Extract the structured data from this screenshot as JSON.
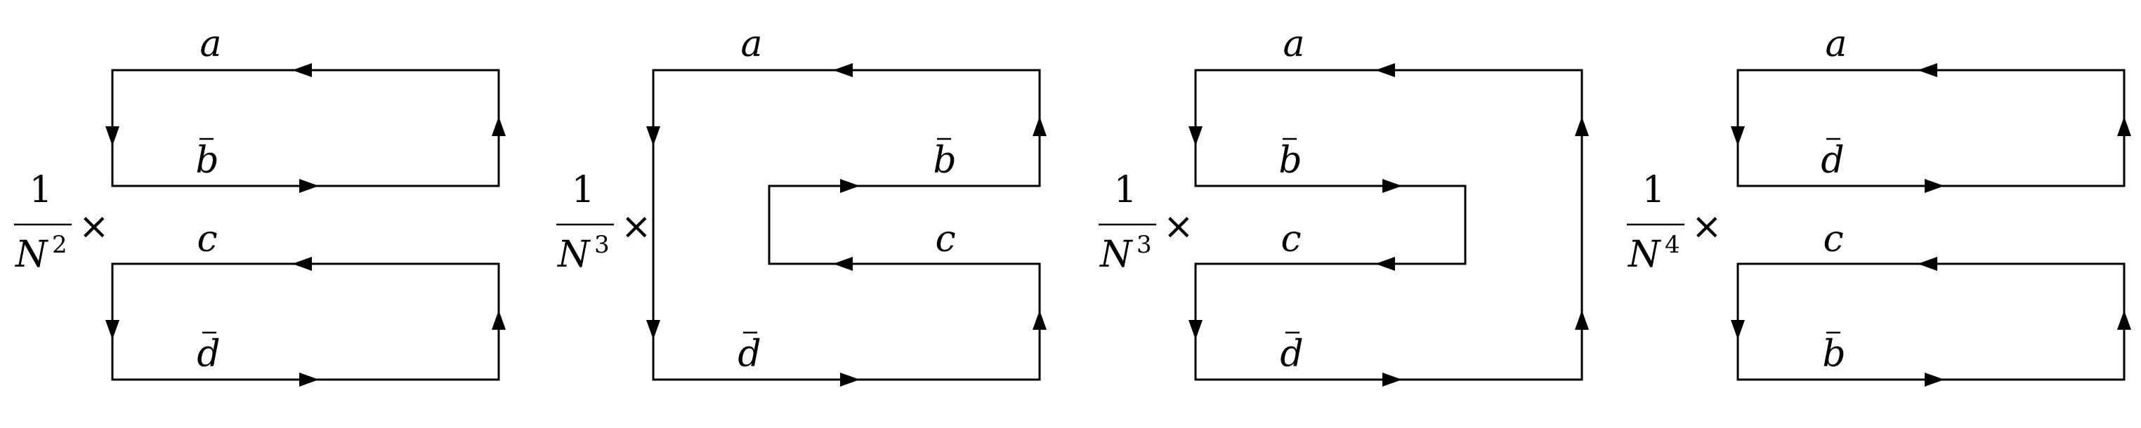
{
  "panels": [
    {
      "prefactor": {
        "numerator": "1",
        "base": "N",
        "exponent": "2",
        "operator": "×"
      },
      "labels": {
        "top": "a",
        "upper_mid": "b",
        "lower_mid": "c",
        "bottom": "d"
      },
      "bars": {
        "top": false,
        "upper_mid": true,
        "lower_mid": false,
        "bottom": true
      }
    },
    {
      "prefactor": {
        "numerator": "1",
        "base": "N",
        "exponent": "3",
        "operator": "×"
      },
      "labels": {
        "top": "a",
        "upper_mid": "b",
        "lower_mid": "c",
        "bottom": "d"
      },
      "bars": {
        "top": false,
        "upper_mid": true,
        "lower_mid": false,
        "bottom": true
      }
    },
    {
      "prefactor": {
        "numerator": "1",
        "base": "N",
        "exponent": "3",
        "operator": "×"
      },
      "labels": {
        "top": "a",
        "upper_mid": "b",
        "lower_mid": "c",
        "bottom": "d"
      },
      "bars": {
        "top": false,
        "upper_mid": true,
        "lower_mid": false,
        "bottom": true
      }
    },
    {
      "prefactor": {
        "numerator": "1",
        "base": "N",
        "exponent": "4",
        "operator": "×"
      },
      "labels": {
        "top": "a",
        "upper_mid": "d",
        "lower_mid": "c",
        "bottom": "b"
      },
      "bars": {
        "top": false,
        "upper_mid": true,
        "lower_mid": false,
        "bottom": true
      }
    }
  ]
}
